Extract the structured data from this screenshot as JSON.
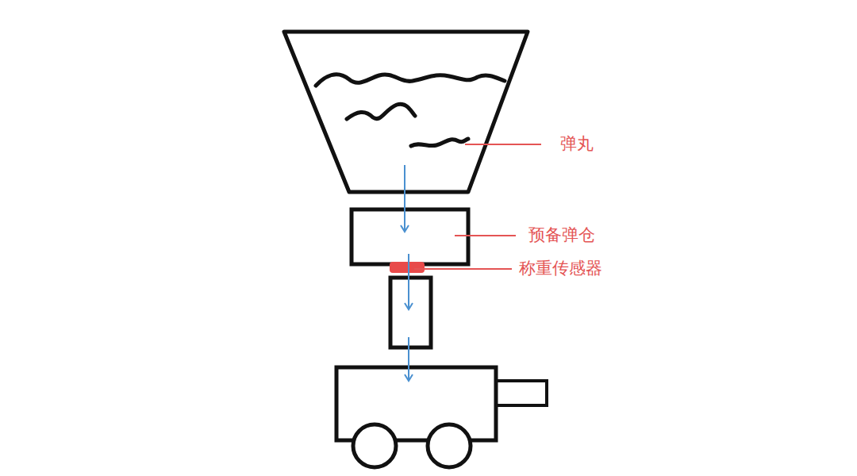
{
  "diagram": {
    "labels": [
      "弹丸",
      "预备弹仓",
      "称重传感器"
    ]
  }
}
